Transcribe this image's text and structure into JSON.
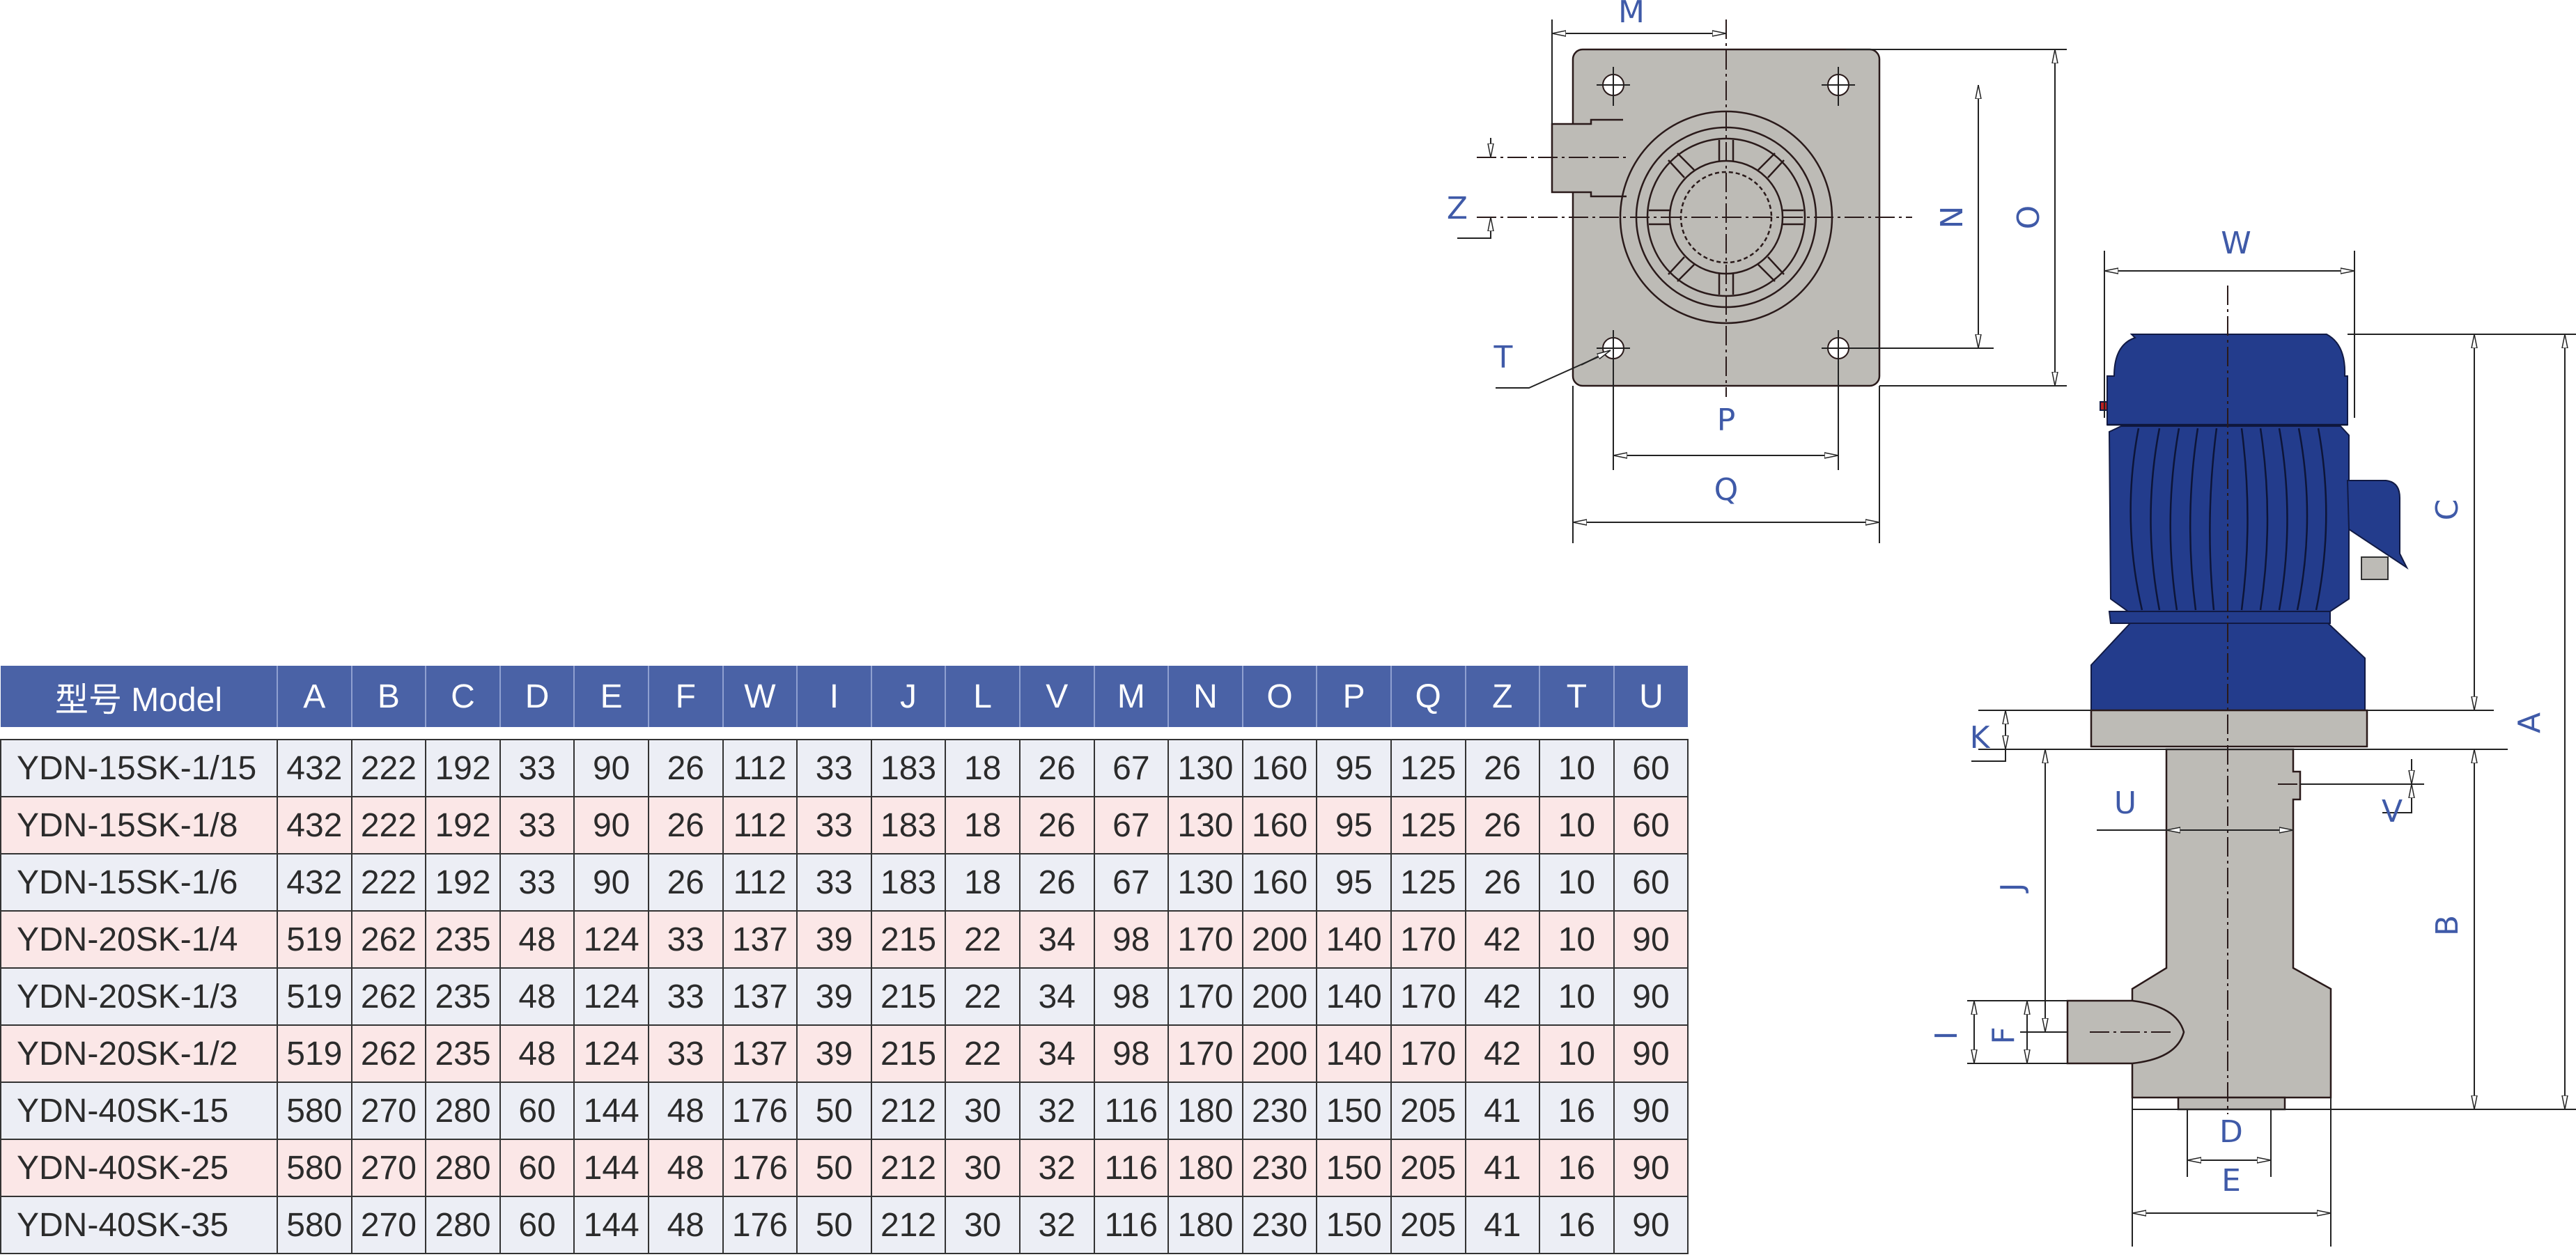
{
  "colors": {
    "header_bg": "#4a62a6",
    "row_odd": "#eceef5",
    "row_even": "#fbe7e7",
    "label": "#3f5aa8",
    "motor": "#233c8c",
    "casing": "#bdbbb6"
  },
  "top_view_labels": {
    "M": "M",
    "Z": "Z",
    "T": "T",
    "N": "N",
    "O": "O",
    "P": "P",
    "Q": "Q"
  },
  "side_view_labels": {
    "W": "W",
    "C": "C",
    "A": "A",
    "K": "K",
    "U": "U",
    "V": "V",
    "J": "J",
    "B": "B",
    "I": "I",
    "F": "F",
    "D": "D",
    "E": "E"
  },
  "table": {
    "headers": [
      "型号 Model",
      "A",
      "B",
      "C",
      "D",
      "E",
      "F",
      "W",
      "I",
      "J",
      "L",
      "V",
      "M",
      "N",
      "O",
      "P",
      "Q",
      "Z",
      "T",
      "U"
    ],
    "rows": [
      [
        "YDN-15SK-1/15",
        "432",
        "222",
        "192",
        "33",
        "90",
        "26",
        "112",
        "33",
        "183",
        "18",
        "26",
        "67",
        "130",
        "160",
        "95",
        "125",
        "26",
        "10",
        "60"
      ],
      [
        "YDN-15SK-1/8",
        "432",
        "222",
        "192",
        "33",
        "90",
        "26",
        "112",
        "33",
        "183",
        "18",
        "26",
        "67",
        "130",
        "160",
        "95",
        "125",
        "26",
        "10",
        "60"
      ],
      [
        "YDN-15SK-1/6",
        "432",
        "222",
        "192",
        "33",
        "90",
        "26",
        "112",
        "33",
        "183",
        "18",
        "26",
        "67",
        "130",
        "160",
        "95",
        "125",
        "26",
        "10",
        "60"
      ],
      [
        "YDN-20SK-1/4",
        "519",
        "262",
        "235",
        "48",
        "124",
        "33",
        "137",
        "39",
        "215",
        "22",
        "34",
        "98",
        "170",
        "200",
        "140",
        "170",
        "42",
        "10",
        "90"
      ],
      [
        "YDN-20SK-1/3",
        "519",
        "262",
        "235",
        "48",
        "124",
        "33",
        "137",
        "39",
        "215",
        "22",
        "34",
        "98",
        "170",
        "200",
        "140",
        "170",
        "42",
        "10",
        "90"
      ],
      [
        "YDN-20SK-1/2",
        "519",
        "262",
        "235",
        "48",
        "124",
        "33",
        "137",
        "39",
        "215",
        "22",
        "34",
        "98",
        "170",
        "200",
        "140",
        "170",
        "42",
        "10",
        "90"
      ],
      [
        "YDN-40SK-15",
        "580",
        "270",
        "280",
        "60",
        "144",
        "48",
        "176",
        "50",
        "212",
        "30",
        "32",
        "116",
        "180",
        "230",
        "150",
        "205",
        "41",
        "16",
        "90"
      ],
      [
        "YDN-40SK-25",
        "580",
        "270",
        "280",
        "60",
        "144",
        "48",
        "176",
        "50",
        "212",
        "30",
        "32",
        "116",
        "180",
        "230",
        "150",
        "205",
        "41",
        "16",
        "90"
      ],
      [
        "YDN-40SK-35",
        "580",
        "270",
        "280",
        "60",
        "144",
        "48",
        "176",
        "50",
        "212",
        "30",
        "32",
        "116",
        "180",
        "230",
        "150",
        "205",
        "41",
        "16",
        "90"
      ]
    ]
  }
}
